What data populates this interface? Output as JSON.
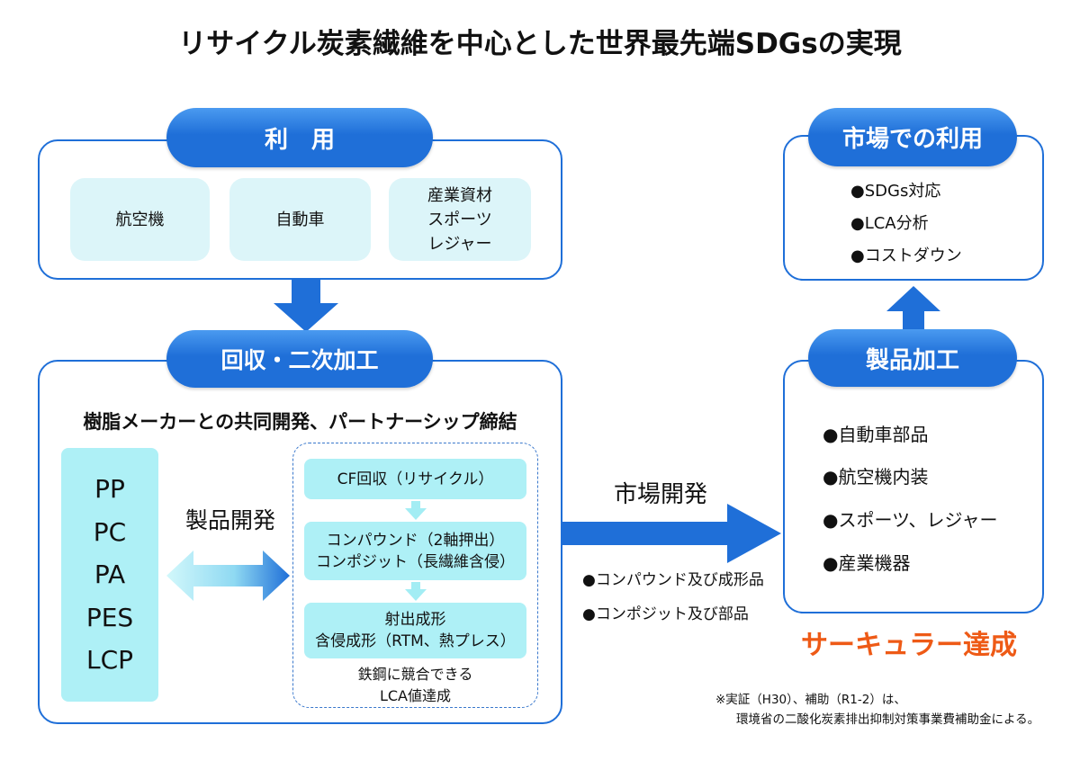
{
  "title": "リサイクル炭素繊維を中心とした世界最先端SDGsの実現",
  "colors": {
    "primary_blue": "#1f6fd8",
    "pill_highlight": "#4a9af0",
    "tile_light_cyan": "#dcf5f9",
    "process_cyan": "#aef0f6",
    "step_arrow_cyan": "#a3edf4",
    "arrow_gradient_start": "#d2f8fb",
    "dashed_border": "#3a78cc",
    "accent_orange": "#ee5a16"
  },
  "usage": {
    "header": "利　用",
    "items": [
      {
        "lines": [
          "航空機"
        ]
      },
      {
        "lines": [
          "自動車"
        ]
      },
      {
        "lines": [
          "産業資材",
          "スポーツ",
          "レジャー"
        ]
      }
    ]
  },
  "recovery": {
    "header": "回収・二次加工",
    "subtitle": "樹脂メーカーとの共同開発、パートナーシップ締結",
    "resins": [
      "PP",
      "PC",
      "PA",
      "PES",
      "LCP"
    ],
    "dev_label": "製品開発",
    "process_steps": [
      {
        "lines": [
          "CF回収（リサイクル）"
        ]
      },
      {
        "lines": [
          "コンパウンド（2軸押出）",
          "コンポジット（長繊維含侵）"
        ]
      },
      {
        "lines": [
          "射出成形",
          "含侵成形（RTM、熱プレス）"
        ]
      }
    ],
    "result_lines": [
      "鉄鋼に競合できる",
      "LCA値達成"
    ]
  },
  "market_development": {
    "label": "市場開発",
    "items": [
      "●コンパウンド及び成形品",
      "●コンポジット及び部品"
    ]
  },
  "market_usage": {
    "header": "市場での利用",
    "items": [
      "●SDGs対応",
      "●LCA分析",
      "●コストダウン"
    ]
  },
  "product_processing": {
    "header": "製品加工",
    "items": [
      "●自動車部品",
      "●航空機内装",
      "●スポーツ、レジャー",
      "●産業機器"
    ]
  },
  "circular": "サーキュラー達成",
  "footnote": [
    "※実証（H30）、補助（R1-2）は、",
    "環境省の二酸化炭素排出抑制対策事業費補助金による。"
  ]
}
